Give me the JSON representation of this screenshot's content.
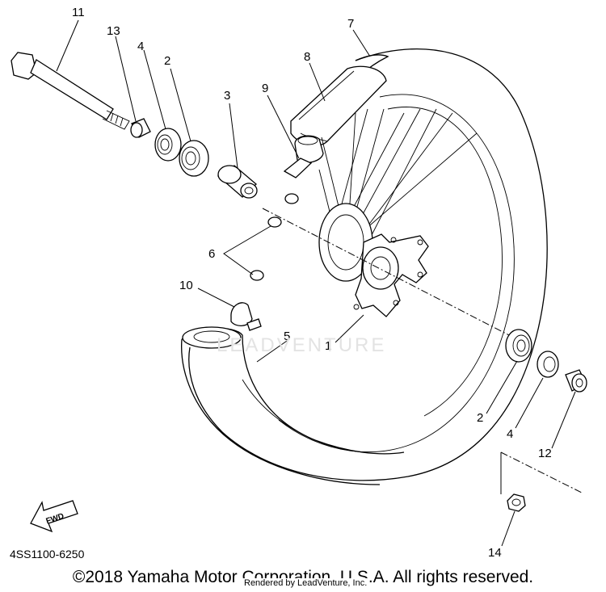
{
  "drawing_number": "4SS1100-6250",
  "copyright": "©2018 Yamaha Motor Corporation, U.S.A. All rights reserved.",
  "rendered_by": "Rendered by LeadVenture, Inc.",
  "watermark": "LEADVENTURE",
  "fwd_label": "FWD",
  "parts": {
    "p1": "1",
    "p2a": "2",
    "p2b": "2",
    "p3": "3",
    "p4a": "4",
    "p4b": "4",
    "p5": "5",
    "p6": "6",
    "p7": "7",
    "p8": "8",
    "p9": "9",
    "p10": "10",
    "p11": "11",
    "p12": "12",
    "p13": "13",
    "p14": "14"
  }
}
